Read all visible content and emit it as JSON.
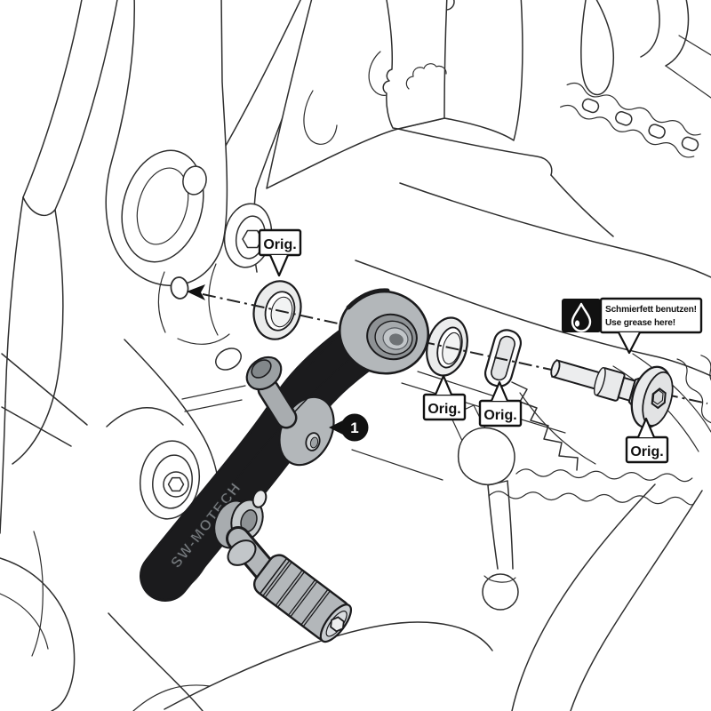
{
  "diagram": {
    "badge_number": "1",
    "brand_engraving": "SW-MOTECH",
    "orig_labels": [
      "Orig.",
      "Orig.",
      "Orig.",
      "Orig."
    ],
    "grease_callout": {
      "line1": "Schmierfett benutzen!",
      "line2": "Use grease here!",
      "icon": "grease-drop-icon"
    },
    "colors": {
      "line_art": "#2e2e2e",
      "part_outline": "#1b1b1d",
      "part_gray": "#b3b7ba",
      "washer_gray": "#ebecec",
      "label_border": "#111111",
      "label_bg": "#ffffff",
      "callout_bg": "#111111",
      "badge_bg": "#111111",
      "badge_text": "#ffffff"
    }
  }
}
